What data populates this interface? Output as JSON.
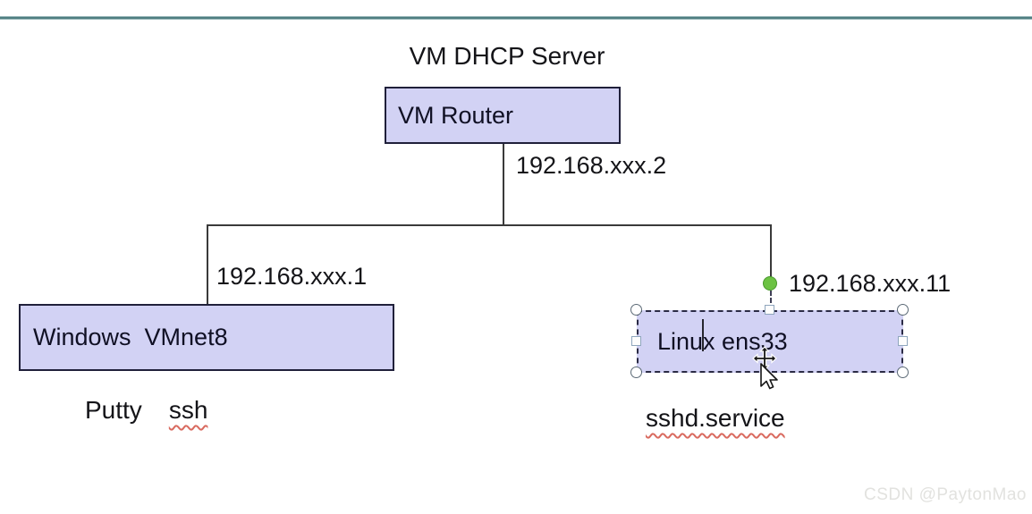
{
  "colors": {
    "top_rule": "#507e81",
    "node_fill": "#d2d2f4",
    "node_border": "#20203a",
    "connector": "#3a3a3a",
    "green_dot": "#6cc243",
    "green_dot_border": "#49982c",
    "squiggle": "#d96a5f",
    "watermark": "#e2e2df",
    "text": "#17171c"
  },
  "diagram": {
    "title": "VM DHCP Server",
    "router": {
      "label": "VM Router",
      "ip": "192.168.xxx.2"
    },
    "windows": {
      "label": "Windows  VMnet8",
      "ip": "192.168.xxx.1"
    },
    "linux": {
      "label_before_caret": "Linu",
      "label_after_caret": "x ens33",
      "ip": "192.168.xxx.11"
    },
    "annotations": {
      "putty": "Putty",
      "ssh": "ssh",
      "sshd": "sshd.service"
    }
  },
  "watermark": {
    "text": "CSDN @PaytonMao"
  }
}
